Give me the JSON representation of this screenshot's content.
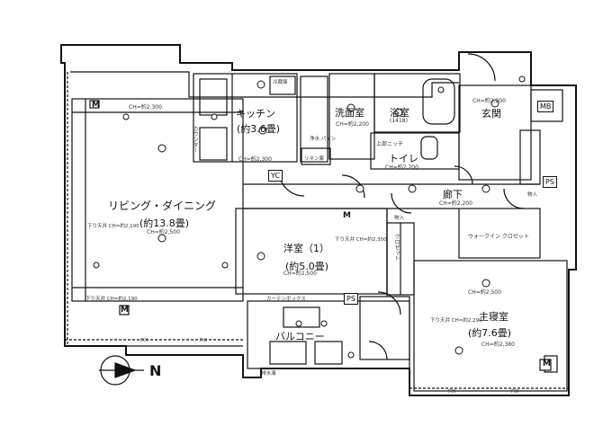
{
  "rooms": {
    "living": {
      "name": "リビング・ダイニング",
      "size": "(約13.8畳)",
      "ch1": "CH=約2,300",
      "ch2": "下り天井 CH=約2,190",
      "ch3": "CH=約2,500",
      "ch4": "下り天井 CH=約2,190"
    },
    "kitchen": {
      "name": "キッチン",
      "size": "(約3.6畳)",
      "ch": "CH=約2,300",
      "counter": "カウンター",
      "fridge": "冷蔵庫",
      "pantry": "リネン庫",
      "filter": "浄水 パイン"
    },
    "washroom": {
      "name": "洗面室",
      "ch": "CH=約2,200"
    },
    "bath": {
      "name": "浴室",
      "size": "(1418)"
    },
    "toilet": {
      "name": "トイレ",
      "ch": "CH=約2,200",
      "sink": "上部ニッチ"
    },
    "entrance": {
      "name": "玄関",
      "ch": "CH=約2,200"
    },
    "hallway": {
      "name": "廊下",
      "ch": "CH=約2,200"
    },
    "western1": {
      "name": "洋室（1）",
      "size": "(約5.0畳)",
      "ch": "CH=約2,500",
      "ch2": "下り天井 CH=約2,300",
      "closet": "クロゼット"
    },
    "master": {
      "name": "主寝室",
      "size": "(約7.6畳)",
      "ch": "CH=約2,500",
      "ch2": "下り天井 CH=約2,290",
      "ch3": "CH=約2,380"
    },
    "wic": {
      "name": "ウォークイン クロゼット"
    },
    "balcony": {
      "name": "バルコニー",
      "drain": "排水溝"
    },
    "storage": {
      "name": "物入"
    }
  },
  "markers": {
    "mb": "MB",
    "ps": "PS",
    "m": "M",
    "fix": "FIX",
    "ye": "YC",
    "north": "N"
  },
  "curtain": "カーテンボックス"
}
